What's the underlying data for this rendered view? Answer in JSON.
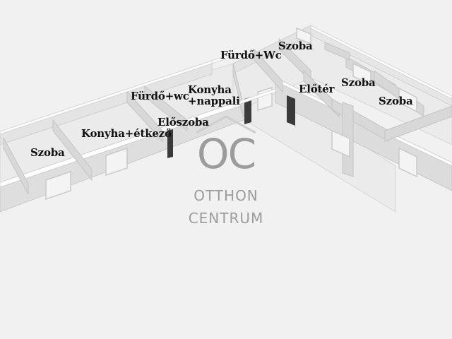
{
  "rooms": [
    {
      "id": "szoba-left",
      "label": "Szoba"
    },
    {
      "id": "konyha-etkezo",
      "label": "Konyha+étkező"
    },
    {
      "id": "furdo-wc-small",
      "label": "Fürdő+wc"
    },
    {
      "id": "konyha-nappali",
      "label": "Konyha\n+nappali"
    },
    {
      "id": "eloszoba",
      "label": "Előszoba"
    },
    {
      "id": "furdo-wc-top",
      "label": "Fürdő+Wc"
    },
    {
      "id": "szoba-top",
      "label": "Szoba"
    },
    {
      "id": "eloter",
      "label": "Előtér"
    },
    {
      "id": "szoba-right-1",
      "label": "Szoba"
    },
    {
      "id": "szoba-right-2",
      "label": "Szoba"
    }
  ],
  "watermark": {
    "logo": "OC",
    "line1": "OTTHON",
    "line2": "CENTRUM",
    "color": "#9c9c9c"
  },
  "colors": {
    "background": "#f1f1f1",
    "wall_top": "#ffffff",
    "wall_face": "#dcdcdc",
    "wall_shade": "#cfcfcf",
    "floor": "#ebebeb",
    "door": "#3a3a3a"
  }
}
